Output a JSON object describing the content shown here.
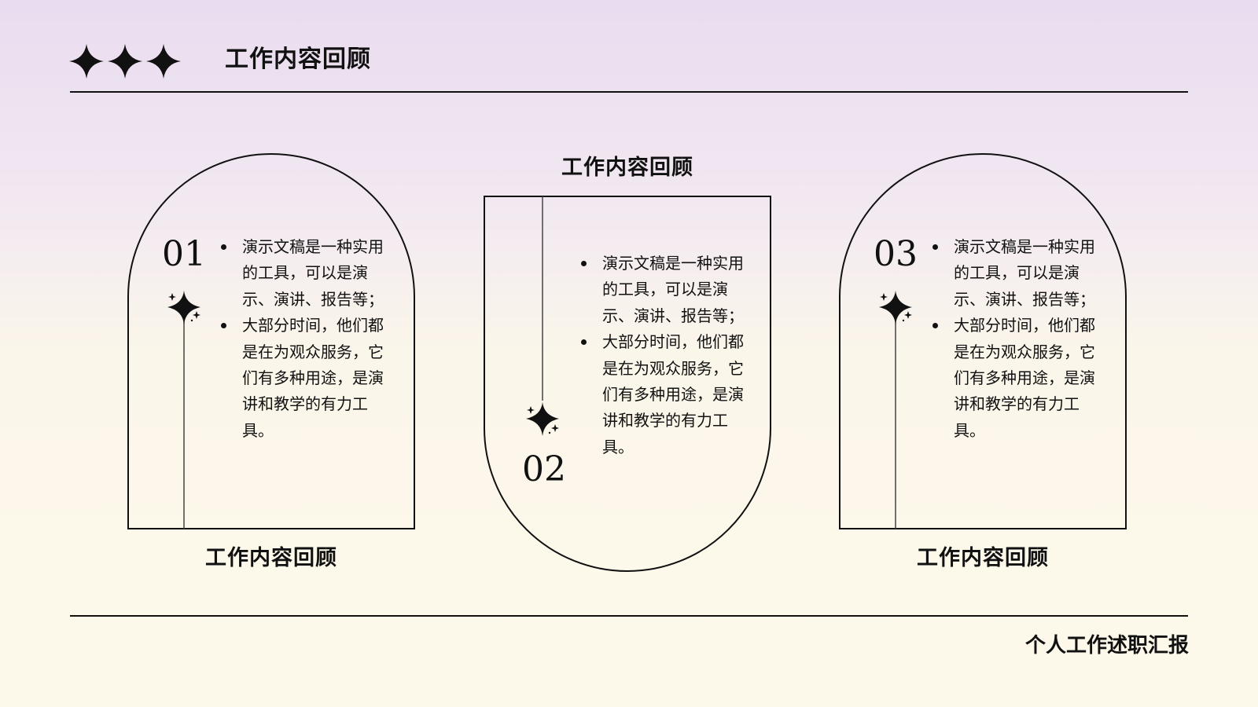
{
  "header": {
    "title": "工作内容回顾",
    "decoration_icons": [
      "four-point-star-icon",
      "four-point-star-icon",
      "four-point-star-icon"
    ]
  },
  "cards": [
    {
      "number": "01",
      "caption": "工作内容回顾",
      "bullets": [
        "演示文稿是一种实用的工具，可以是演示、演讲、报告等；",
        "大部分时间，他们都是在为观众服务，它们有多种用途，是演讲和教学的有力工具。"
      ]
    },
    {
      "number": "02",
      "caption": "工作内容回顾",
      "bullets": [
        "演示文稿是一种实用的工具，可以是演示、演讲、报告等；",
        "大部分时间，他们都是在为观众服务，它们有多种用途，是演讲和教学的有力工具。"
      ]
    },
    {
      "number": "03",
      "caption": "工作内容回顾",
      "bullets": [
        "演示文稿是一种实用的工具，可以是演示、演讲、报告等；",
        "大部分时间，他们都是在为观众服务，它们有多种用途，是演讲和教学的有力工具。"
      ]
    }
  ],
  "footer": {
    "title": "个人工作述职汇报"
  },
  "colors": {
    "ink": "#111111",
    "gradient_top": "#e9dcf0",
    "gradient_bottom": "#fdf9ea"
  }
}
